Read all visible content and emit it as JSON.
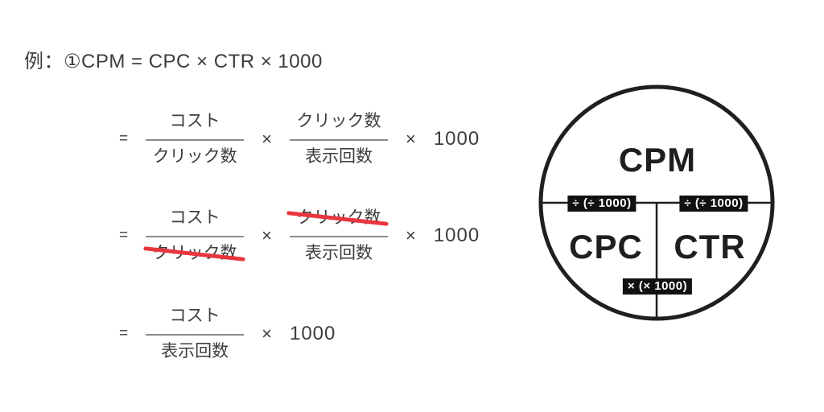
{
  "title": "例：①CPM = CPC × CTR × 1000",
  "formula": {
    "rows": [
      {
        "equals": "=",
        "terms": [
          {
            "type": "fraction",
            "numerator": "コスト",
            "denominator": "クリック数",
            "numerator_struck": false,
            "denominator_struck": false
          },
          {
            "type": "operator",
            "value": "×"
          },
          {
            "type": "fraction",
            "numerator": "クリック数",
            "denominator": "表示回数",
            "numerator_struck": false,
            "denominator_struck": false
          },
          {
            "type": "operator",
            "value": "×"
          },
          {
            "type": "number",
            "value": "1000"
          }
        ]
      },
      {
        "equals": "=",
        "terms": [
          {
            "type": "fraction",
            "numerator": "コスト",
            "denominator": "クリック数",
            "numerator_struck": false,
            "denominator_struck": true
          },
          {
            "type": "operator",
            "value": "×"
          },
          {
            "type": "fraction",
            "numerator": "クリック数",
            "denominator": "表示回数",
            "numerator_struck": true,
            "denominator_struck": false
          },
          {
            "type": "operator",
            "value": "×"
          },
          {
            "type": "number",
            "value": "1000"
          }
        ]
      },
      {
        "equals": "=",
        "terms": [
          {
            "type": "fraction",
            "numerator": "コスト",
            "denominator": "表示回数",
            "numerator_struck": false,
            "denominator_struck": false
          },
          {
            "type": "operator",
            "value": "×"
          },
          {
            "type": "number",
            "value": "1000"
          }
        ]
      }
    ]
  },
  "diagram": {
    "top_label": "CPM",
    "bottom_left_label": "CPC",
    "bottom_right_label": "CTR",
    "left_edge_badge": "÷ (÷ 1000)",
    "right_edge_badge": "÷ (÷ 1000)",
    "bottom_edge_badge": "× (× 1000)"
  },
  "colors": {
    "background": "#ffffff",
    "formula_text": "#3d3d3d",
    "fraction_bar": "#8a8a8a",
    "strikethrough_red": "#e8363d",
    "diagram_ink": "#1f1f1f",
    "badge_background": "#111111",
    "badge_text": "#ffffff"
  }
}
